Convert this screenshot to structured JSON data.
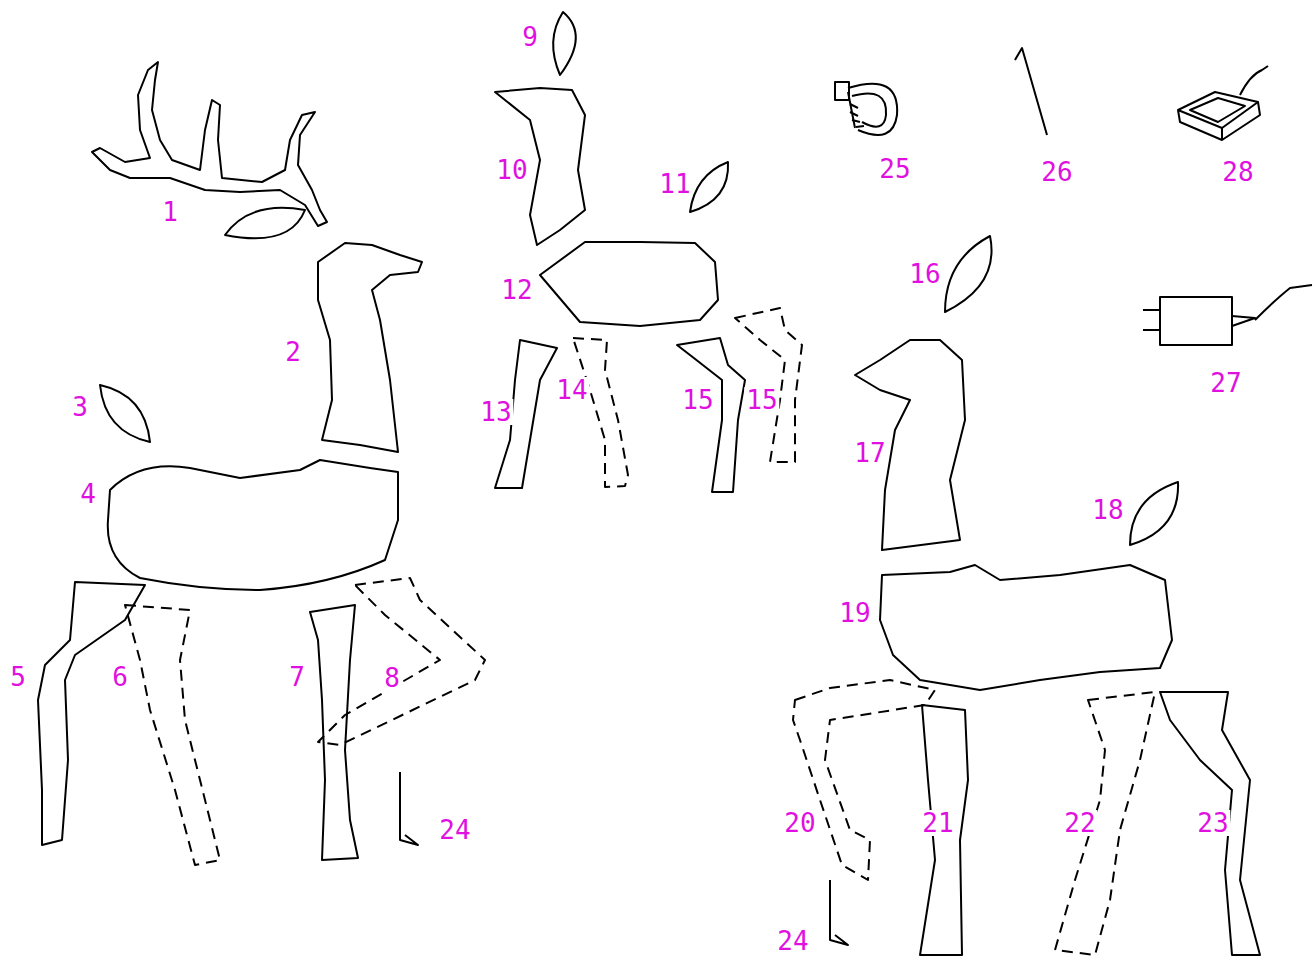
{
  "diagram": {
    "labels": [
      "1",
      "2",
      "3",
      "4",
      "5",
      "6",
      "7",
      "8",
      "24",
      "9",
      "10",
      "11",
      "12",
      "13",
      "14",
      "15",
      "15",
      "16",
      "17",
      "18",
      "19",
      "20",
      "21",
      "22",
      "23",
      "24",
      "25",
      "26",
      "28",
      "27"
    ]
  }
}
